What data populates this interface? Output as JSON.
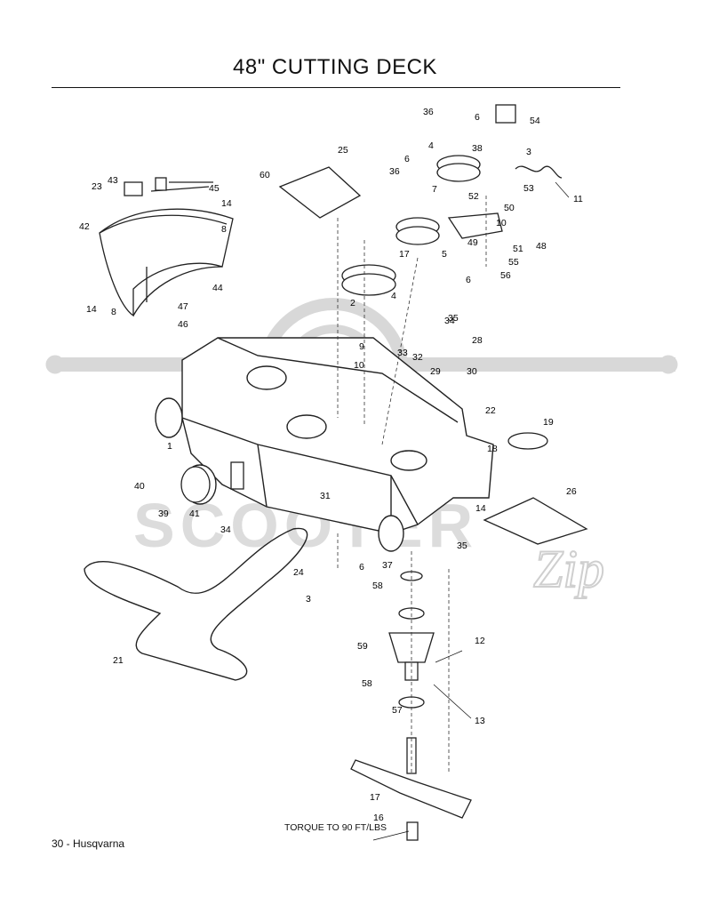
{
  "page": {
    "title": "48\" CUTTING DECK",
    "footer": "30 - Husqvarna",
    "torque_note": "TORQUE TO 90 FT/LBS"
  },
  "watermark": {
    "text": "SCOOTER",
    "signature": "Zip",
    "color": "#d4d4d4"
  },
  "callouts": [
    {
      "id": "1",
      "label": "1"
    },
    {
      "id": "2",
      "label": "2"
    },
    {
      "id": "3a",
      "label": "3"
    },
    {
      "id": "3b",
      "label": "3"
    },
    {
      "id": "4a",
      "label": "4"
    },
    {
      "id": "4b",
      "label": "4"
    },
    {
      "id": "5",
      "label": "5"
    },
    {
      "id": "6a",
      "label": "6"
    },
    {
      "id": "6b",
      "label": "6"
    },
    {
      "id": "6c",
      "label": "6"
    },
    {
      "id": "6d",
      "label": "6"
    },
    {
      "id": "7",
      "label": "7"
    },
    {
      "id": "8a",
      "label": "8"
    },
    {
      "id": "8b",
      "label": "8"
    },
    {
      "id": "9",
      "label": "9"
    },
    {
      "id": "10a",
      "label": "10"
    },
    {
      "id": "10b",
      "label": "10"
    },
    {
      "id": "11",
      "label": "11"
    },
    {
      "id": "12",
      "label": "12"
    },
    {
      "id": "13",
      "label": "13"
    },
    {
      "id": "14a",
      "label": "14"
    },
    {
      "id": "14b",
      "label": "14"
    },
    {
      "id": "14c",
      "label": "14"
    },
    {
      "id": "16",
      "label": "16"
    },
    {
      "id": "17a",
      "label": "17"
    },
    {
      "id": "17b",
      "label": "17"
    },
    {
      "id": "18",
      "label": "18"
    },
    {
      "id": "19",
      "label": "19"
    },
    {
      "id": "21",
      "label": "21"
    },
    {
      "id": "22",
      "label": "22"
    },
    {
      "id": "23",
      "label": "23"
    },
    {
      "id": "24",
      "label": "24"
    },
    {
      "id": "25",
      "label": "25"
    },
    {
      "id": "26",
      "label": "26"
    },
    {
      "id": "28",
      "label": "28"
    },
    {
      "id": "29",
      "label": "29"
    },
    {
      "id": "30",
      "label": "30"
    },
    {
      "id": "31",
      "label": "31"
    },
    {
      "id": "32",
      "label": "32"
    },
    {
      "id": "33",
      "label": "33"
    },
    {
      "id": "34a",
      "label": "34"
    },
    {
      "id": "34b",
      "label": "34"
    },
    {
      "id": "35a",
      "label": "35"
    },
    {
      "id": "35b",
      "label": "35"
    },
    {
      "id": "36a",
      "label": "36"
    },
    {
      "id": "36b",
      "label": "36"
    },
    {
      "id": "37",
      "label": "37"
    },
    {
      "id": "38",
      "label": "38"
    },
    {
      "id": "39",
      "label": "39"
    },
    {
      "id": "40",
      "label": "40"
    },
    {
      "id": "41",
      "label": "41"
    },
    {
      "id": "42",
      "label": "42"
    },
    {
      "id": "43",
      "label": "43"
    },
    {
      "id": "44",
      "label": "44"
    },
    {
      "id": "45",
      "label": "45"
    },
    {
      "id": "46",
      "label": "46"
    },
    {
      "id": "47",
      "label": "47"
    },
    {
      "id": "48",
      "label": "48"
    },
    {
      "id": "49",
      "label": "49"
    },
    {
      "id": "50",
      "label": "50"
    },
    {
      "id": "51",
      "label": "51"
    },
    {
      "id": "52",
      "label": "52"
    },
    {
      "id": "53",
      "label": "53"
    },
    {
      "id": "54",
      "label": "54"
    },
    {
      "id": "55",
      "label": "55"
    },
    {
      "id": "56",
      "label": "56"
    },
    {
      "id": "57",
      "label": "57"
    },
    {
      "id": "58a",
      "label": "58"
    },
    {
      "id": "58b",
      "label": "58"
    },
    {
      "id": "59",
      "label": "59"
    },
    {
      "id": "60",
      "label": "60"
    }
  ]
}
